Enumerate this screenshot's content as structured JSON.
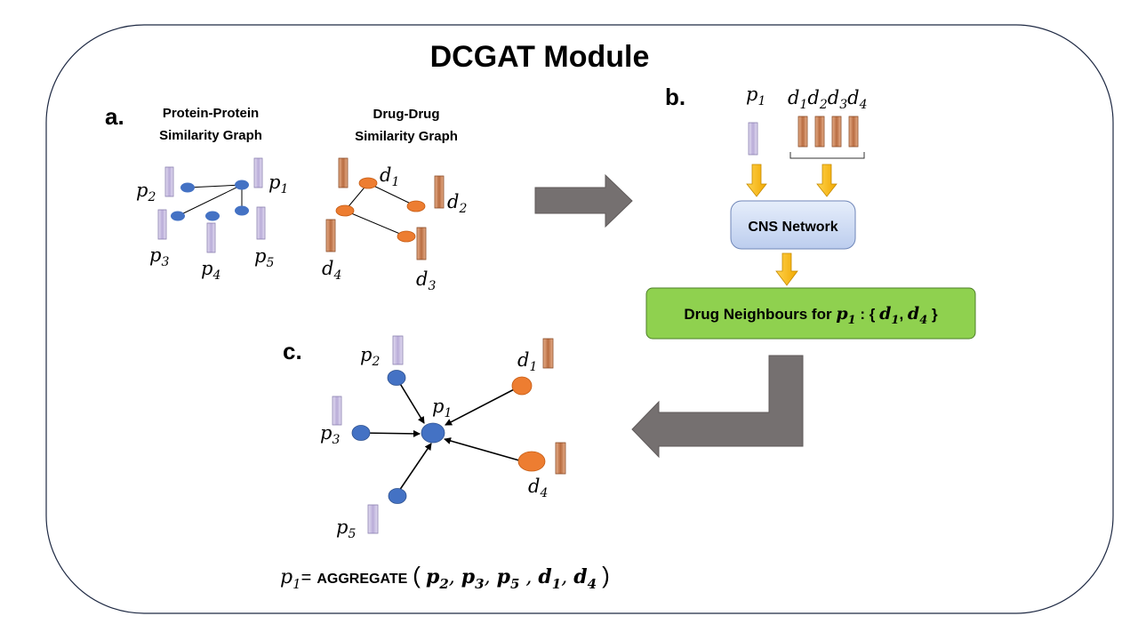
{
  "title": "DCGAT Module",
  "panel_a": {
    "label": "a.",
    "protein_graph_title": [
      "Protein-Protein",
      "Similarity Graph"
    ],
    "drug_graph_title": [
      "Drug-Drug",
      "Similarity Graph"
    ],
    "protein_nodes": [
      "p",
      "p",
      "p",
      "p",
      "p"
    ],
    "protein_subs": [
      "2",
      "1",
      "3",
      "4",
      "5"
    ],
    "drug_nodes": [
      "d",
      "d",
      "d",
      "d"
    ],
    "drug_subs": [
      "1",
      "2",
      "4",
      "3"
    ]
  },
  "panel_b": {
    "label": "b.",
    "input_protein": {
      "base": "p",
      "sub": "1"
    },
    "input_drugs": [
      {
        "base": "d",
        "sub": "1"
      },
      {
        "base": "d",
        "sub": "2"
      },
      {
        "base": "d",
        "sub": "3"
      },
      {
        "base": "d",
        "sub": "4"
      }
    ],
    "network_label": "CNS Network",
    "result_prefix": "Drug Neighbours for ",
    "result_protein": {
      "base": "p",
      "sub": "1"
    },
    "result_set_open": " : { ",
    "result_drugs": [
      {
        "base": "d",
        "sub": "1"
      },
      {
        "base": "d",
        "sub": "4"
      }
    ],
    "result_set_close": " }"
  },
  "panel_c": {
    "label": "c.",
    "nodes": {
      "p2": {
        "base": "p",
        "sub": "2"
      },
      "p3": {
        "base": "p",
        "sub": "3"
      },
      "p1": {
        "base": "p",
        "sub": "1"
      },
      "p5": {
        "base": "p",
        "sub": "5"
      },
      "d1": {
        "base": "d",
        "sub": "1"
      },
      "d4": {
        "base": "d",
        "sub": "4"
      }
    },
    "formula": {
      "lhs": {
        "base": "p",
        "sub": "1"
      },
      "equals": "=",
      "function": "AGGREGATE",
      "open": "(",
      "args": [
        {
          "base": "p",
          "sub": "2"
        },
        {
          "base": "p",
          "sub": "3"
        },
        {
          "base": "p",
          "sub": "5"
        },
        {
          "base": "d",
          "sub": "1"
        },
        {
          "base": "d",
          "sub": "4"
        }
      ],
      "close": ")"
    }
  },
  "colors": {
    "protein_node": "#4472c4",
    "drug_node": "#ed7d31",
    "protein_bar": "#c8bfe0",
    "drug_bar": "#c9825a",
    "arrow_gray": "#757070",
    "arrow_yellow": "#ffc000",
    "cns_box": "#d6e2f7",
    "result_box": "#8fd14f"
  }
}
